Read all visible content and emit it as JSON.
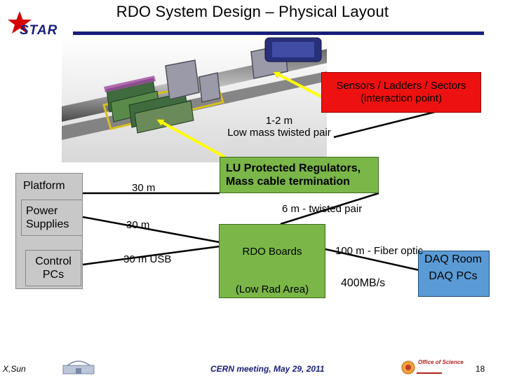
{
  "header": {
    "title": "RDO System Design – Physical Layout",
    "logo_text": "STAR"
  },
  "nodes": {
    "sensors": {
      "line1": "Sensors / Ladders / Sectors",
      "line2": "(interaction point)"
    },
    "regulators": {
      "line1": "LU Protected Regulators,",
      "line2": "Mass cable termination"
    },
    "rdo": {
      "line1": "RDO Boards",
      "line2": "(Low Rad Area)"
    },
    "platform": "Platform",
    "power": {
      "line1": "Power",
      "line2": "Supplies"
    },
    "control": {
      "line1": "Control",
      "line2": "PCs"
    },
    "daq_room": "DAQ Room",
    "daq_pcs": "DAQ PCs"
  },
  "links": {
    "twisted_short": {
      "line1": "1-2 m",
      "line2": "Low mass twisted pair"
    },
    "twisted_long": "6 m - twisted pair",
    "platform_cable": "30 m",
    "power_cable": "30 m",
    "usb_cable": "30 m USB",
    "fiber": "100 m - Fiber optic",
    "bandwidth": "400MB/s"
  },
  "footer": {
    "author": "X,Sun",
    "meeting": "CERN meeting, May 29, 2011",
    "page": "18",
    "office_logo": "Office of Science"
  },
  "colors": {
    "brand": "#1a1f7a",
    "sensor_box": "#ee1111",
    "green_box": "#7ab648",
    "gray_box": "#c8c8c8",
    "daq_box": "#5b9bd5",
    "pointer": "#ffff00"
  }
}
